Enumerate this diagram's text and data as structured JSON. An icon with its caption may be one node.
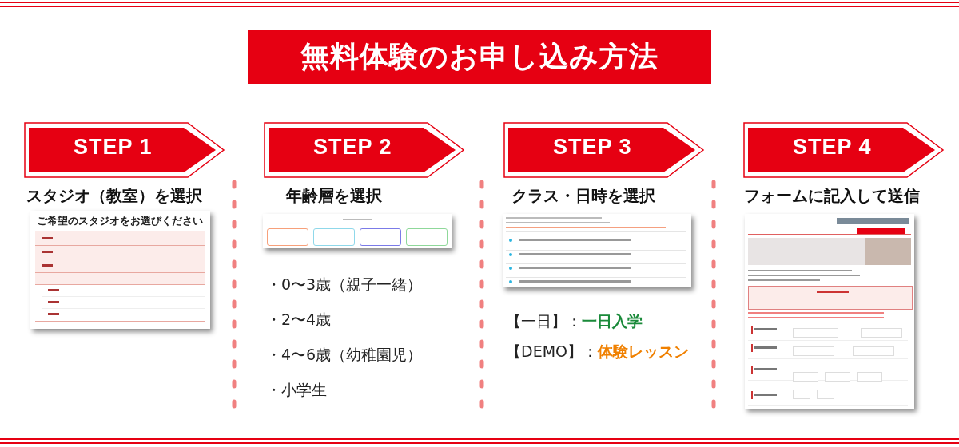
{
  "diagram": {
    "title": "無料体験のお申し込み方法",
    "nodes": [
      {
        "text": [
          "STEP 1"
        ],
        "beside": [
          "スタジオ（教室）を選択"
        ]
      },
      {
        "text": [
          "STEP 2"
        ],
        "beside": [
          "年齢層を選択"
        ]
      },
      {
        "text": [
          "STEP 3"
        ],
        "beside": [
          "クラス・日時を選択"
        ]
      },
      {
        "text": [
          "STEP 4"
        ],
        "beside": [
          "フォームに記入して送信"
        ]
      }
    ],
    "labels": [
      "ご希望のスタジオをお選びください",
      "・0〜3歳（親子一緒）",
      "・2〜4歳",
      "・4〜6歳（幼稚園児）",
      "・小学生",
      "【一日】：",
      "一日入学",
      "【DEMO】：",
      "体験レッスン"
    ]
  }
}
